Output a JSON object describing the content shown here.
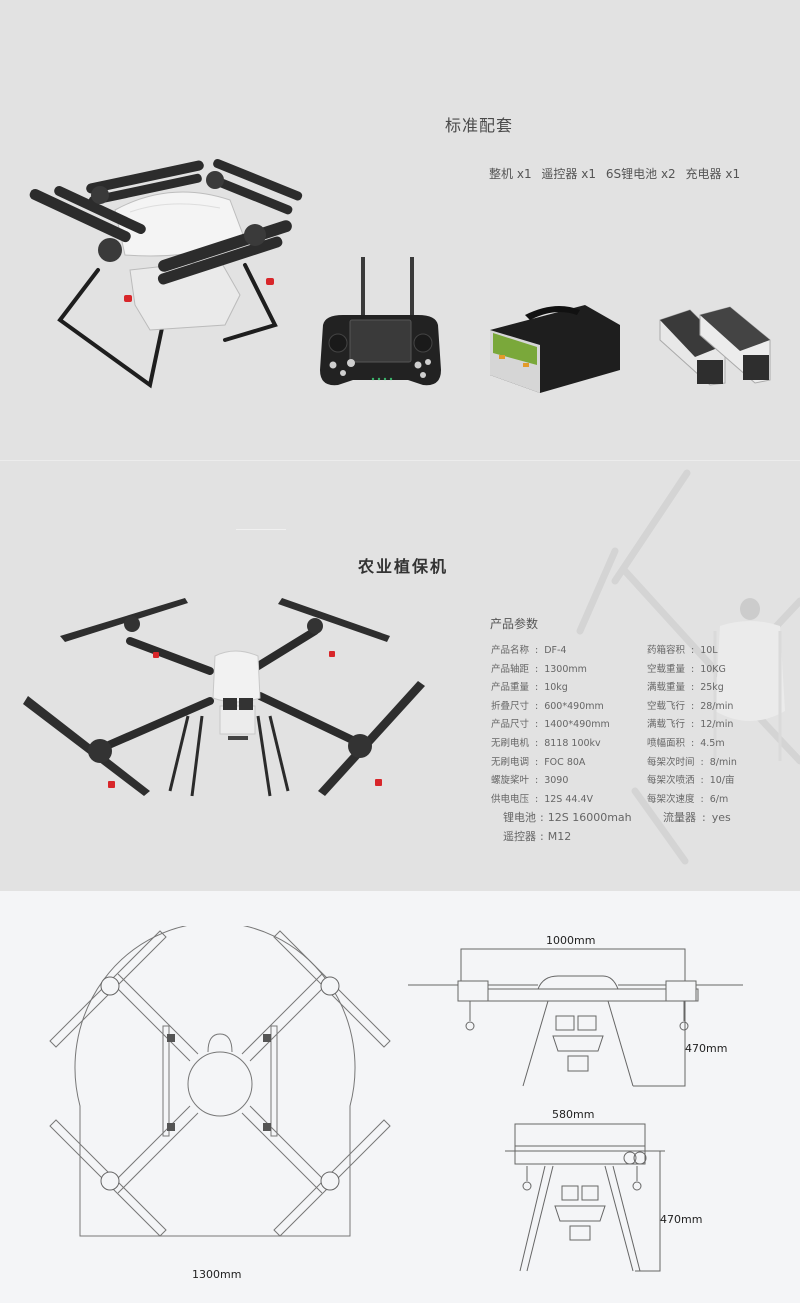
{
  "kit": {
    "title": "标准配套",
    "items": [
      {
        "name": "整机",
        "qty": "x1"
      },
      {
        "name": "遥控器",
        "qty": "x1"
      },
      {
        "name": "6S锂电池",
        "qty": "x2"
      },
      {
        "name": "充电器",
        "qty": "x1"
      }
    ],
    "images": [
      "drone-folded",
      "remote-controller",
      "battery-charger",
      "battery-packs"
    ]
  },
  "specs": {
    "title": "农业植保机",
    "params_title": "产品参数",
    "left": [
      {
        "k": "产品名称",
        "v": "DF-4"
      },
      {
        "k": "产品轴距",
        "v": "1300mm"
      },
      {
        "k": "产品重量",
        "v": "10kg"
      },
      {
        "k": "折叠尺寸",
        "v": "600*490mm"
      },
      {
        "k": "产品尺寸",
        "v": "1400*490mm"
      },
      {
        "k": "无刷电机",
        "v": "8118 100kv"
      },
      {
        "k": "无刷电调",
        "v": "FOC 80A"
      },
      {
        "k": "螺旋桨叶",
        "v": "3090"
      },
      {
        "k": "供电电压",
        "v": "12S 44.4V"
      },
      {
        "k": "锂电池",
        "v": "12S 16000mah"
      },
      {
        "k": "遥控器",
        "v": "M12"
      }
    ],
    "right": [
      {
        "k": "药箱容积",
        "v": "10L"
      },
      {
        "k": "空载重量",
        "v": "10KG"
      },
      {
        "k": "满载重量",
        "v": "25kg"
      },
      {
        "k": "空载飞行",
        "v": "28/min"
      },
      {
        "k": "满载飞行",
        "v": "12/min"
      },
      {
        "k": "喷幅面积",
        "v": "4.5m"
      },
      {
        "k": "每架次时间",
        "v": "8/min"
      },
      {
        "k": "每架次喷洒",
        "v": "10/亩"
      },
      {
        "k": "每架次速度",
        "v": "6/m"
      },
      {
        "k": "流量器",
        "v": "yes"
      }
    ],
    "separator": ":"
  },
  "dimensions": {
    "top_view_width": "1300mm",
    "front_width": "1000mm",
    "front_height": "470mm",
    "side_width": "580mm",
    "side_height": "470mm"
  },
  "colors": {
    "bg_gray": "#e2e2e2",
    "bg_light": "#f4f5f7",
    "nozzle_red": "#d8262a",
    "carbon": "#2b2b2b",
    "shell_white": "#f2f2f2"
  }
}
